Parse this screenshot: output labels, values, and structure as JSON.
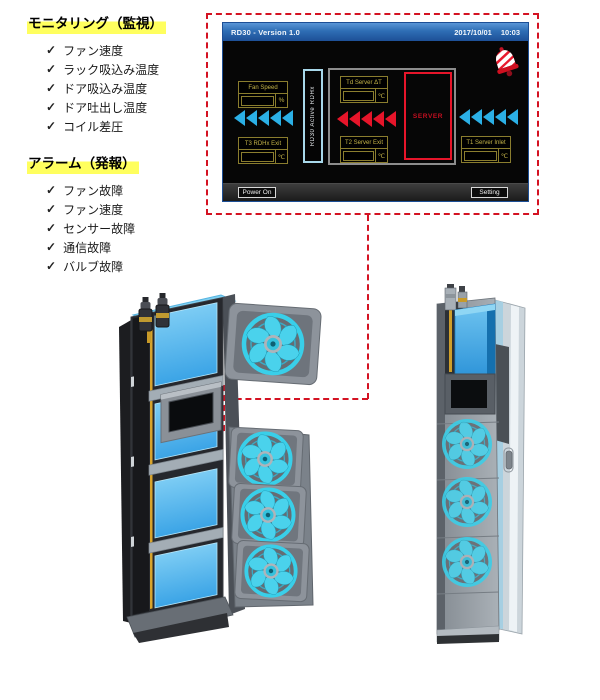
{
  "check_mark": "✓",
  "monitoring": {
    "title": "モニタリング（監視）",
    "items": [
      "ファン速度",
      "ラック吸込み温度",
      "ドア吸込み温度",
      "ドア吐出し温度",
      "コイル差圧"
    ]
  },
  "alarm": {
    "title": "アラーム（発報）",
    "items": [
      "ファン故障",
      "ファン速度",
      "センサー故障",
      "通信故障",
      "バルブ故障"
    ]
  },
  "panel": {
    "window_title": "RD30 - Version 1.0",
    "date": "2017/10/01",
    "time": "10:03",
    "sensors": {
      "fan_speed": {
        "label": "Fan Speed",
        "value": "",
        "unit": "%"
      },
      "t3_rdhx_exit": {
        "label": "T3 RDHx Exit",
        "value": "",
        "unit": "℃"
      },
      "td_server_dt": {
        "label": "Td Server ΔT",
        "value": "",
        "unit": "℃"
      },
      "t2_server_exit": {
        "label": "T2 Server Exit",
        "value": "",
        "unit": "℃"
      },
      "t1_server_inlet": {
        "label": "T1 Server Inlet",
        "value": "",
        "unit": "℃"
      }
    },
    "rdhx_box_label": "RD30 Active RDHx",
    "server_box_label": "SERVER",
    "buttons": {
      "power": "Power On",
      "setting": "Setting"
    },
    "colors": {
      "titlebar_blue": "#2e6db4",
      "flow_blue": "#2bb0e6",
      "alert_red": "#e6152a",
      "sensor_khaki": "#8a7d2e",
      "rdhx_border": "#a8d8ea",
      "dashed_highlight_red": "#d41222",
      "list_highlight_yellow": "#ffff5e"
    }
  }
}
